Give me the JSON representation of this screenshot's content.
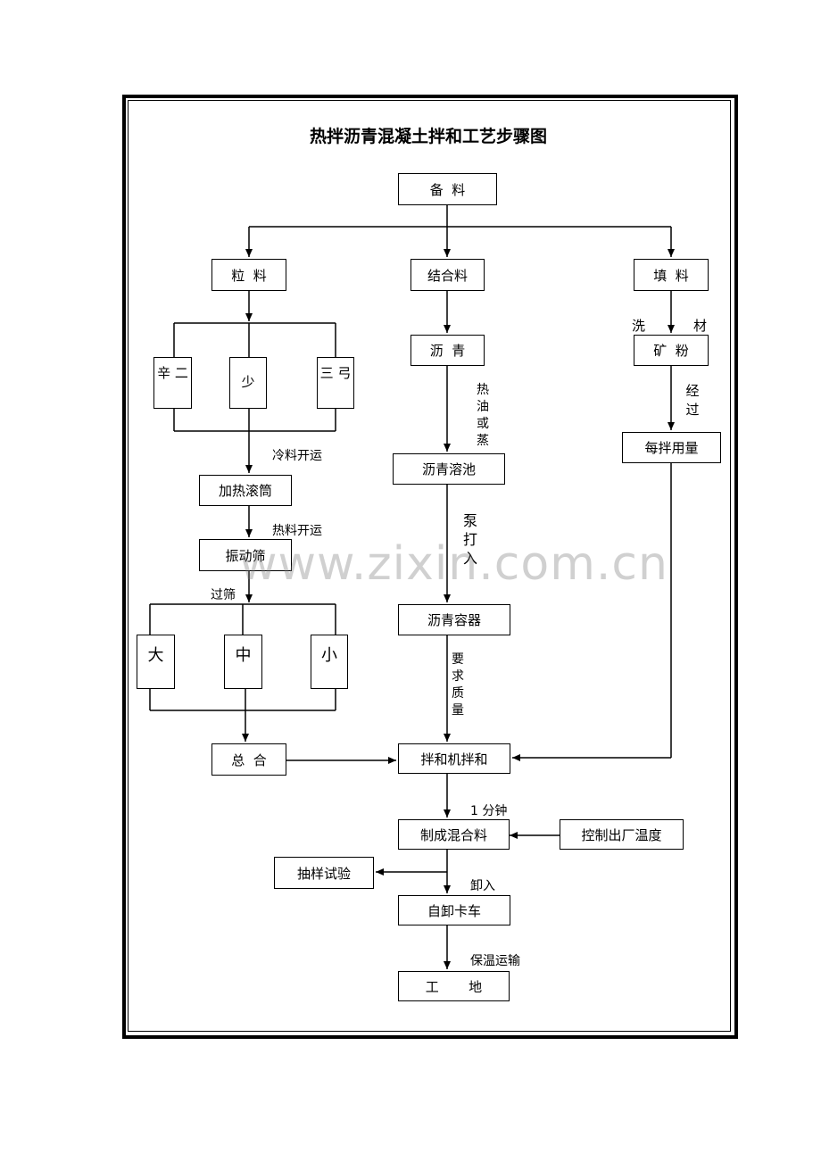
{
  "title": "热拌沥青混凝土拌和工艺步骤图",
  "nodes": {
    "prepare": "备  料",
    "aggregate": "粒  料",
    "binder": "结合料",
    "filler": "填  料",
    "asphalt": "沥  青",
    "mineral_powder": "矿  粉",
    "bin_left": "辛 二",
    "bin_mid": "少",
    "bin_right": "三 弓",
    "asphalt_melt": "沥青溶池",
    "per_batch_amount": "每拌用量",
    "heating_drum": "加热滚筒",
    "vibrating_screen": "振动筛",
    "asphalt_container": "沥青容器",
    "screen_large": "大",
    "screen_mid": "中",
    "screen_small": "小",
    "total_measure": "总  合",
    "mixer": "拌和机拌和",
    "mixture": "制成混合料",
    "temp_control": "控制出厂温度",
    "sampling": "抽样试验",
    "dump_truck": "自卸卡车",
    "site": "工       地"
  },
  "labels": {
    "select": "洗",
    "material": "材",
    "via": "经过",
    "hot_oil": "热油或蒸",
    "cold_feed": "冷料开运",
    "hot_feed": "热料开运",
    "pump_in": "泵打入",
    "through_screen": "过筛",
    "quality_req": "要求质量",
    "one_minute": "1 分钟",
    "unload": "卸入",
    "insulated_transport": "保温运输"
  },
  "watermark": "www.zixin.com.cn"
}
